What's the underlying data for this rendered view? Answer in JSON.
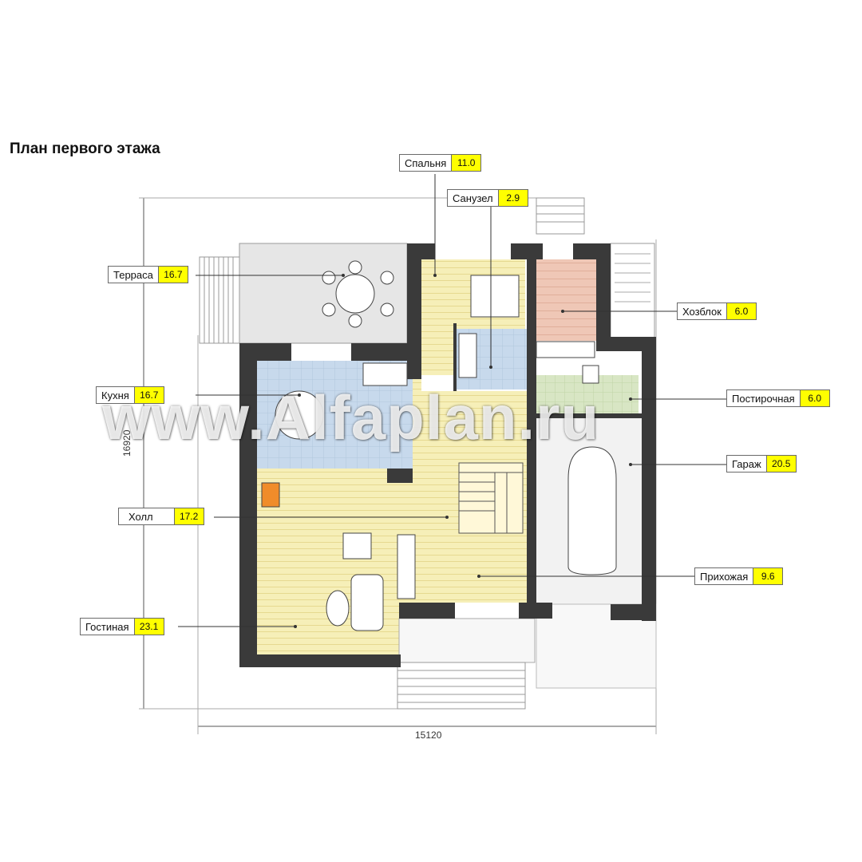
{
  "title": "План первого этажа",
  "dimensions": {
    "width": "15120",
    "height": "16920"
  },
  "watermark": "www.Alfaplan.ru",
  "rooms": [
    {
      "name": "Спальня",
      "area": "11.0"
    },
    {
      "name": "Санузел",
      "area": "2.9"
    },
    {
      "name": "Терраса",
      "area": "16.7"
    },
    {
      "name": "Хозблок",
      "area": "6.0"
    },
    {
      "name": "Кухня",
      "area": "16.7"
    },
    {
      "name": "Постирочная",
      "area": "6.0"
    },
    {
      "name": "Гараж",
      "area": "20.5"
    },
    {
      "name": "Холл",
      "area": "17.2"
    },
    {
      "name": "Прихожая",
      "area": "9.6"
    },
    {
      "name": "Гостиная",
      "area": "23.1"
    }
  ],
  "colors": {
    "wall": "#3a3a3a",
    "wood_floor": "#f6efb8",
    "tile_blue": "#c7d9ec",
    "tile_pink": "#efc7b6",
    "tile_green": "#d8e6c4",
    "garage": "#f2f2f2",
    "terrace": "#e6e6e6",
    "area_badge": "#ffff00"
  }
}
